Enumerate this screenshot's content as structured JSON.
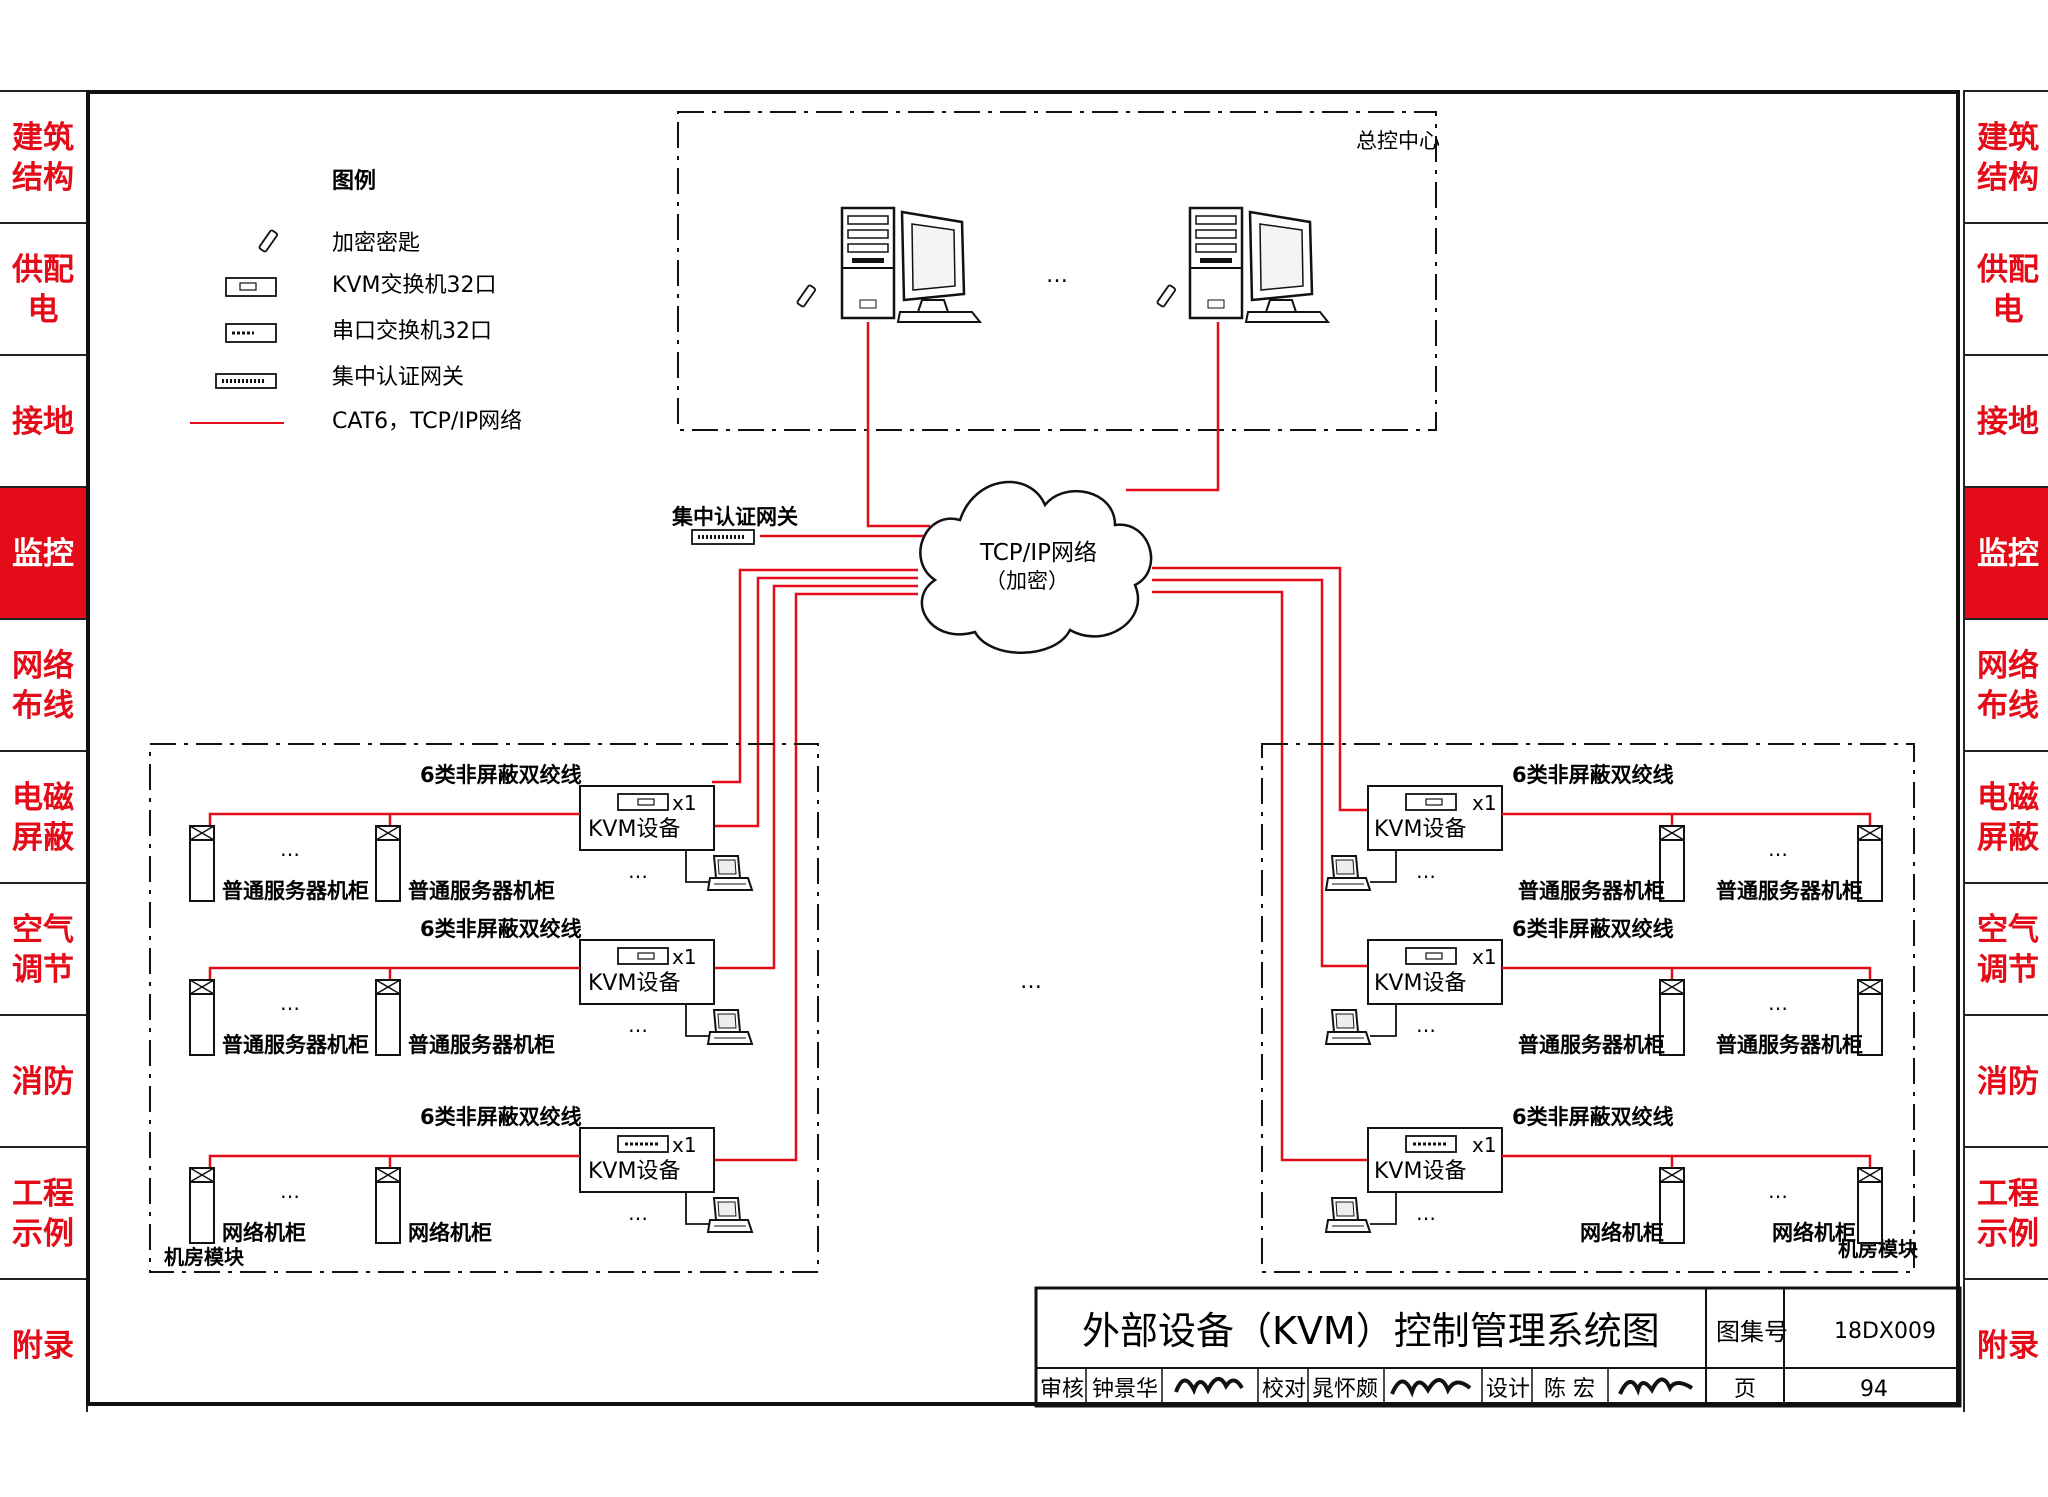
{
  "side_tabs": [
    {
      "label": "建筑结构",
      "active": false
    },
    {
      "label": "供配电",
      "active": false
    },
    {
      "label": "接地",
      "active": false
    },
    {
      "label": "监控",
      "active": true
    },
    {
      "label": "网络布线",
      "active": false
    },
    {
      "label": "电磁屏蔽",
      "active": false
    },
    {
      "label": "空气调节",
      "active": false
    },
    {
      "label": "消防",
      "active": false
    },
    {
      "label": "工程示例",
      "active": false
    },
    {
      "label": "附录",
      "active": false
    }
  ],
  "colors": {
    "accent": "#e30c18",
    "line": "#111111",
    "link": "#e30c18"
  },
  "legend": {
    "title": "图例",
    "items": [
      {
        "icon": "key-icon",
        "label": "加密密匙"
      },
      {
        "icon": "kvm-switch-icon",
        "label": "KVM交换机32口"
      },
      {
        "icon": "serial-switch-icon",
        "label": "串口交换机32口"
      },
      {
        "icon": "gateway-icon",
        "label": "集中认证网关"
      },
      {
        "icon": "red-line-icon",
        "label": "CAT6，TCP/IP网络"
      }
    ]
  },
  "control_center": {
    "label": "总控中心",
    "ellipsis": "…"
  },
  "gateway_label": "集中认证网关",
  "cloud": {
    "line1": "TCP/IP网络",
    "line2": "（加密）"
  },
  "middle_ellipsis": "…",
  "left_module": {
    "label": "机房模块",
    "groups": [
      {
        "cable": "6类非屏蔽双绞线",
        "device": "KVM设备",
        "count": "x1",
        "cab1": "普通服务器机柜",
        "cab2": "普通服务器机柜",
        "ellipsis": "…"
      },
      {
        "cable": "6类非屏蔽双绞线",
        "device": "KVM设备",
        "count": "x1",
        "cab1": "普通服务器机柜",
        "cab2": "普通服务器机柜",
        "ellipsis": "…"
      },
      {
        "cable": "6类非屏蔽双绞线",
        "device": "KVM设备",
        "count": "x1",
        "cab1": "网络机柜",
        "cab2": "网络机柜",
        "ellipsis": "…"
      }
    ]
  },
  "right_module": {
    "label": "机房模块",
    "groups": [
      {
        "cable": "6类非屏蔽双绞线",
        "device": "KVM设备",
        "count": "x1",
        "cab1": "普通服务器机柜",
        "cab2": "普通服务器机柜",
        "ellipsis": "…"
      },
      {
        "cable": "6类非屏蔽双绞线",
        "device": "KVM设备",
        "count": "x1",
        "cab1": "普通服务器机柜",
        "cab2": "普通服务器机柜",
        "ellipsis": "…"
      },
      {
        "cable": "6类非屏蔽双绞线",
        "device": "KVM设备",
        "count": "x1",
        "cab1": "网络机柜",
        "cab2": "网络机柜",
        "ellipsis": "…"
      }
    ]
  },
  "title_block": {
    "title": "外部设备（KVM）控制管理系统图",
    "atlas_label": "图集号",
    "atlas_no": "18DX009",
    "review_label": "审核",
    "reviewer": "钟景华",
    "check_label": "校对",
    "checker": "晁怀颇",
    "design_label": "设计",
    "designer": "陈 宏",
    "page_label": "页",
    "page_no": "94"
  }
}
